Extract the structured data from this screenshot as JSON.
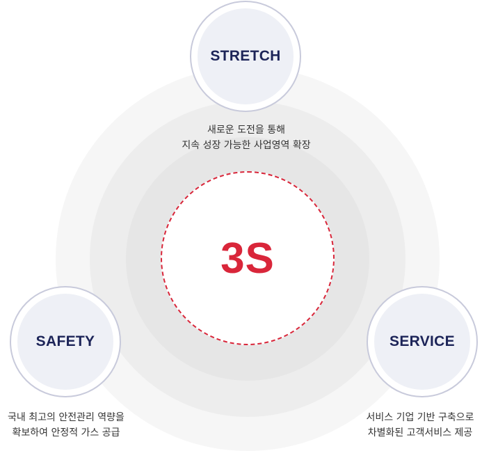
{
  "center": {
    "label": "3S"
  },
  "nodes": {
    "stretch": {
      "label": "STRETCH",
      "lines": [
        "새로운 도전을 통해",
        "지속 성장 가능한 사업영역 확장"
      ]
    },
    "safety": {
      "label": "SAFETY",
      "lines": [
        "국내 최고의 안전관리 역량을",
        "확보하여 안정적 가스 공급"
      ]
    },
    "service": {
      "label": "SERVICE",
      "lines": [
        "서비스 기업 기반 구축으로",
        "차별화된 고객서비스 제공"
      ]
    }
  },
  "colors": {
    "accent": "#d9263a",
    "node_text": "#1c2458",
    "node_border": "#c8cadb",
    "node_fill": "#eef0f6"
  }
}
